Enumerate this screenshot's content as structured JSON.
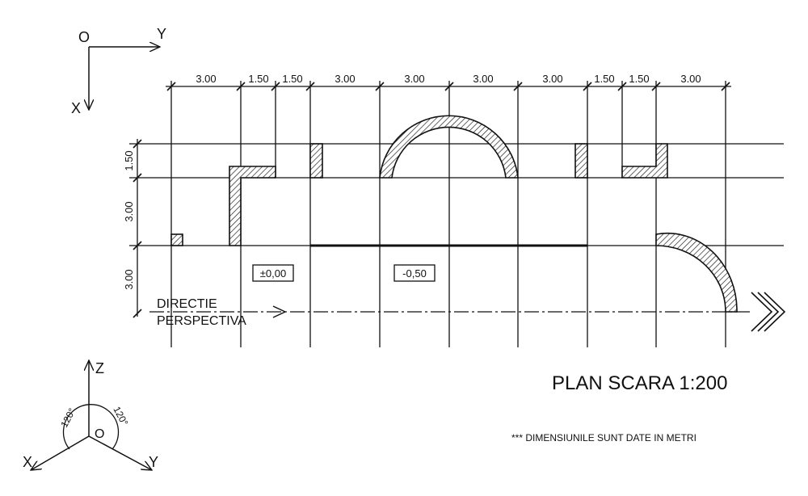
{
  "plan": {
    "title": "PLAN SCARA 1:200",
    "note": "*** DIMENSIUNILE SUNT DATE IN METRI",
    "direction_label_1": "DIRECTIE",
    "direction_label_2": "PERSPECTIVA",
    "level_a": "±0,00",
    "level_b": "-0,50"
  },
  "axes_2d": {
    "origin": "O",
    "y": "Y",
    "x": "X"
  },
  "axes_3d": {
    "z": "Z",
    "origin": "O",
    "x": "X",
    "y": "Y",
    "angle_left": "120°",
    "angle_right": "120°"
  },
  "dims_horizontal": [
    "3.00",
    "1.50",
    "1.50",
    "3.00",
    "3.00",
    "3.00",
    "3.00",
    "1.50",
    "1.50",
    "3.00"
  ],
  "dims_vertical": [
    "1.50",
    "3.00",
    "3.00"
  ],
  "colors": {
    "ink": "#111111",
    "paper": "#ffffff"
  }
}
